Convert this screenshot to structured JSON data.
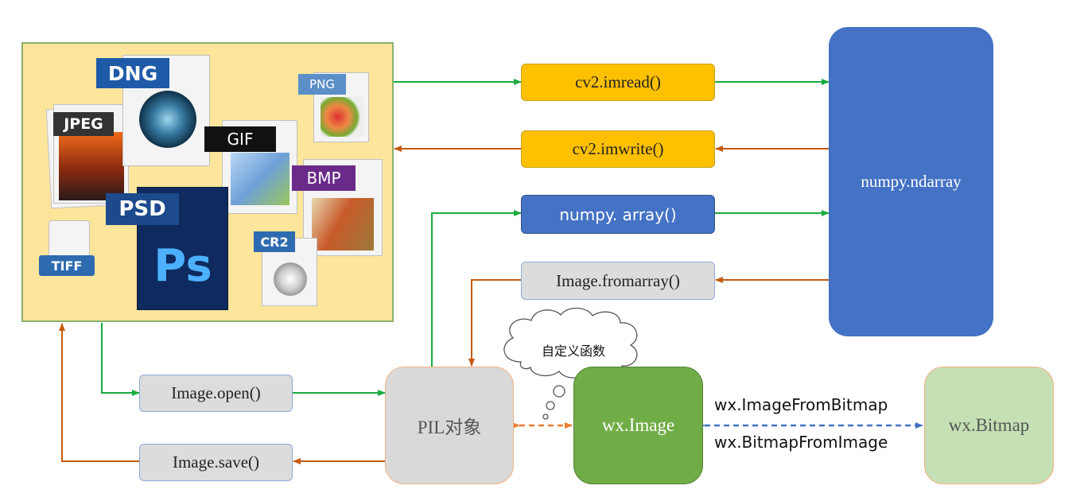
{
  "formats": [
    "DNG",
    "PNG",
    "JPEG",
    "GIF",
    "BMP",
    "PSD",
    "TIFF",
    "CR2"
  ],
  "psd_logo": "Ps",
  "functions": {
    "cv2_imread": "cv2.imread()",
    "cv2_imwrite": "cv2.imwrite()",
    "numpy_array": "numpy. array()",
    "image_fromarray": "Image.fromarray()",
    "image_open": "Image.open()",
    "image_save": "Image.save()"
  },
  "nodes": {
    "numpy_ndarray": "numpy.ndarray",
    "pil_object": "PIL对象",
    "wx_image": "wx.Image",
    "wx_bitmap": "wx.Bitmap",
    "custom_function": "自定义函数"
  },
  "edge_labels": {
    "image_from_bitmap": "wx.ImageFromBitmap",
    "bitmap_from_image": "wx.BitmapFromImage"
  },
  "colors": {
    "green_arrow": "#1aab40",
    "brown_arrow": "#c55a11",
    "orange_dashed": "#ed7d31",
    "blue_dashed": "#4472c4",
    "numpy_box": "#4472c4",
    "yellow_box": "#ffc000",
    "wx_image_box": "#70ad47",
    "wx_bitmap_box": "#c5e0b4",
    "pil_box": "#d9d9d9",
    "formats_panel": "#fde59b"
  }
}
